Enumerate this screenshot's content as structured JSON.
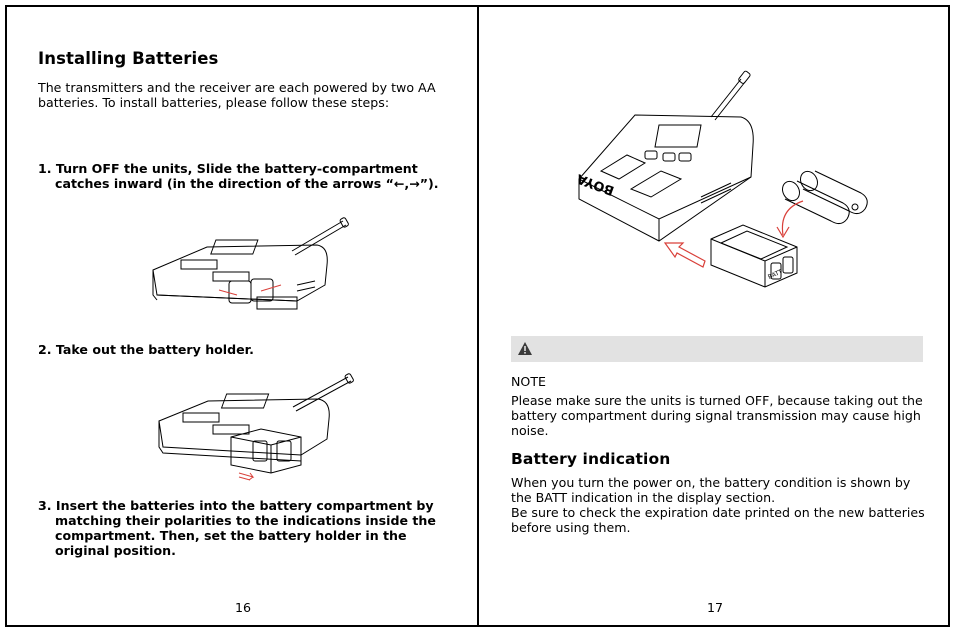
{
  "left_page": {
    "heading": "Installing Batteries",
    "intro_line1": "The transmitters and the receiver are each powered by two AA",
    "intro_line2": "batteries. To install batteries, please follow these steps:",
    "step1_line1": "1. Turn OFF the units, Slide the battery-compartment",
    "step1_line2": "catches inward (in the direction of the arrows “←,→”).",
    "step2": "2. Take out the battery holder.",
    "step3_line1": "3. Insert the batteries into the battery compartment by",
    "step3_line2": "matching their polarities to the indications inside the",
    "step3_line3": "compartment. Then, set the battery holder in the",
    "step3_line4": "original position.",
    "page_number": "16"
  },
  "right_page": {
    "device_label": "BOYA",
    "battery_tray_label": "BATT",
    "note_label": "NOTE",
    "note_line1": "Please make sure the units is turned OFF, because taking out the",
    "note_line2": "battery compartment during signal transmission may cause high",
    "note_line3": "noise.",
    "heading": "Battery indication",
    "body_line1": "When you turn the power on, the battery condition is shown by",
    "body_line2": "the BATT indication in the display section.",
    "body_line3": "Be sure to check the expiration date printed on the new batteries",
    "body_line4": "before using them.",
    "page_number": "17"
  },
  "colors": {
    "arrow_red": "#d9403a",
    "warning_bar": "#e2e2e2",
    "line": "#000000"
  },
  "icons": [
    "warning-triangle-icon"
  ]
}
